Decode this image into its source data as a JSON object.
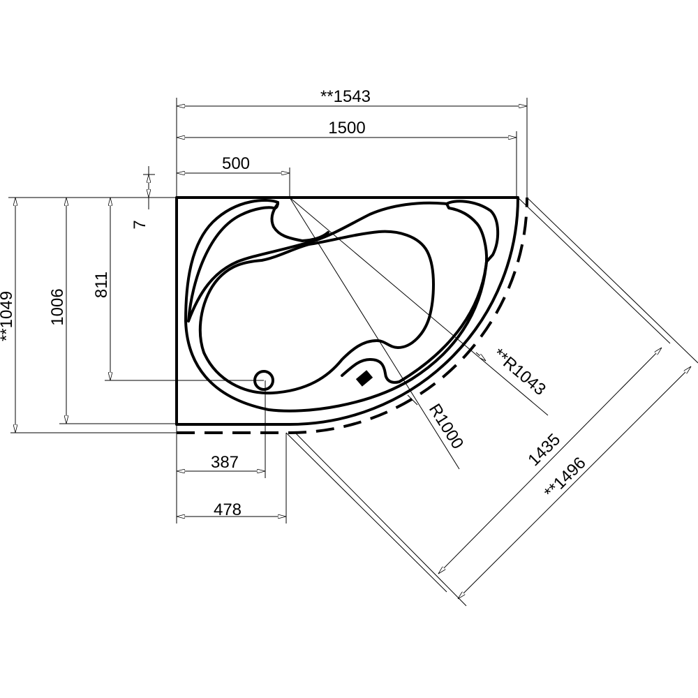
{
  "drawing": {
    "title": "Corner bathtub dimension drawing",
    "dimensions": {
      "overall_width": "**1543",
      "width": "1500",
      "corner_offset": "500",
      "rim_offset": "7",
      "drain_y": "811",
      "depth": "1006",
      "overall_depth": "**1049",
      "drain_x": "387",
      "front_flat": "478",
      "diagonal": "1435",
      "overall_diagonal": "**1496",
      "radius": "R1000",
      "overall_radius": "**R1043"
    },
    "colors": {
      "line": "#000000",
      "background": "#ffffff"
    }
  }
}
